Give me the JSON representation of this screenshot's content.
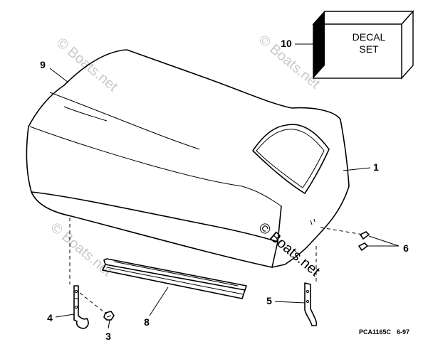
{
  "decal_box": {
    "line1": "DECAL",
    "line2": "SET"
  },
  "callouts": {
    "c1": "1",
    "c3": "3",
    "c4": "4",
    "c5": "5",
    "c6": "6",
    "c8": "8",
    "c9": "9",
    "c10": "10"
  },
  "drawing_code": "PCA1165C",
  "drawing_date": "6-97",
  "watermarks": {
    "wm1": "© Boats.net",
    "wm2": "© Boats.net",
    "wm3": "© Boats.net",
    "wm4": "© Boats.net"
  }
}
